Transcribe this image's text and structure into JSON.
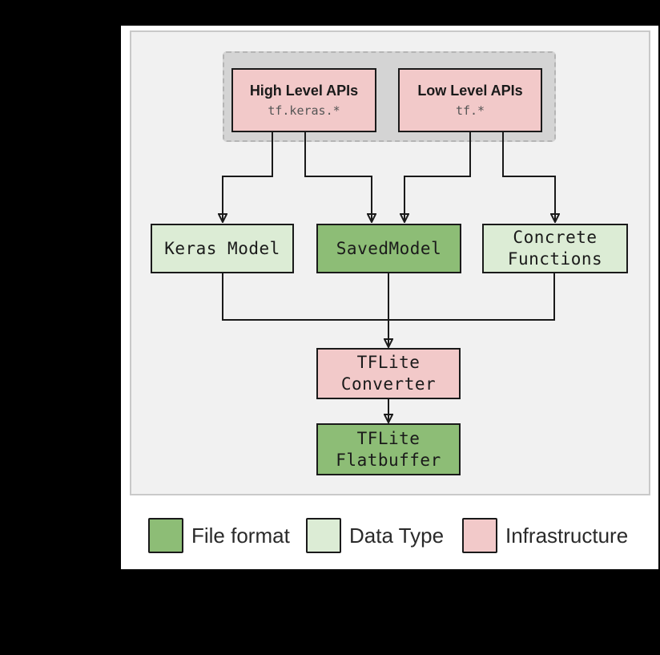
{
  "palette": {
    "file_format_green": "#8dbd76",
    "data_type_green": "#dcecd5",
    "infrastructure_pink": "#f2c9c9",
    "group_gray": "#d4d4d4",
    "panel_gray": "#f1f1f1",
    "line_black": "#1a1a1a"
  },
  "diagram": {
    "api_group": {
      "high_level": {
        "title": "High Level APIs",
        "subtitle": "tf.keras.*",
        "color": "#f2c9c9"
      },
      "low_level": {
        "title": "Low Level APIs",
        "subtitle": "tf.*",
        "color": "#f2c9c9"
      }
    },
    "models": {
      "keras_model": {
        "label": "Keras Model",
        "color": "#dcecd5"
      },
      "saved_model": {
        "label": "SavedModel",
        "color": "#8dbd76"
      },
      "concrete_functions": {
        "line1": "Concrete",
        "line2": "Functions",
        "color": "#dcecd5"
      }
    },
    "converter": {
      "line1": "TFLite",
      "line2": "Converter",
      "color": "#f2c9c9"
    },
    "output": {
      "line1": "TFLite",
      "line2": "Flatbuffer",
      "color": "#8dbd76"
    },
    "group_color": "#d4d4d4"
  },
  "legend": {
    "items": [
      {
        "label": "File format",
        "color": "#8dbd76"
      },
      {
        "label": "Data Type",
        "color": "#dcecd5"
      },
      {
        "label": "Infrastructure",
        "color": "#f2c9c9"
      }
    ]
  }
}
